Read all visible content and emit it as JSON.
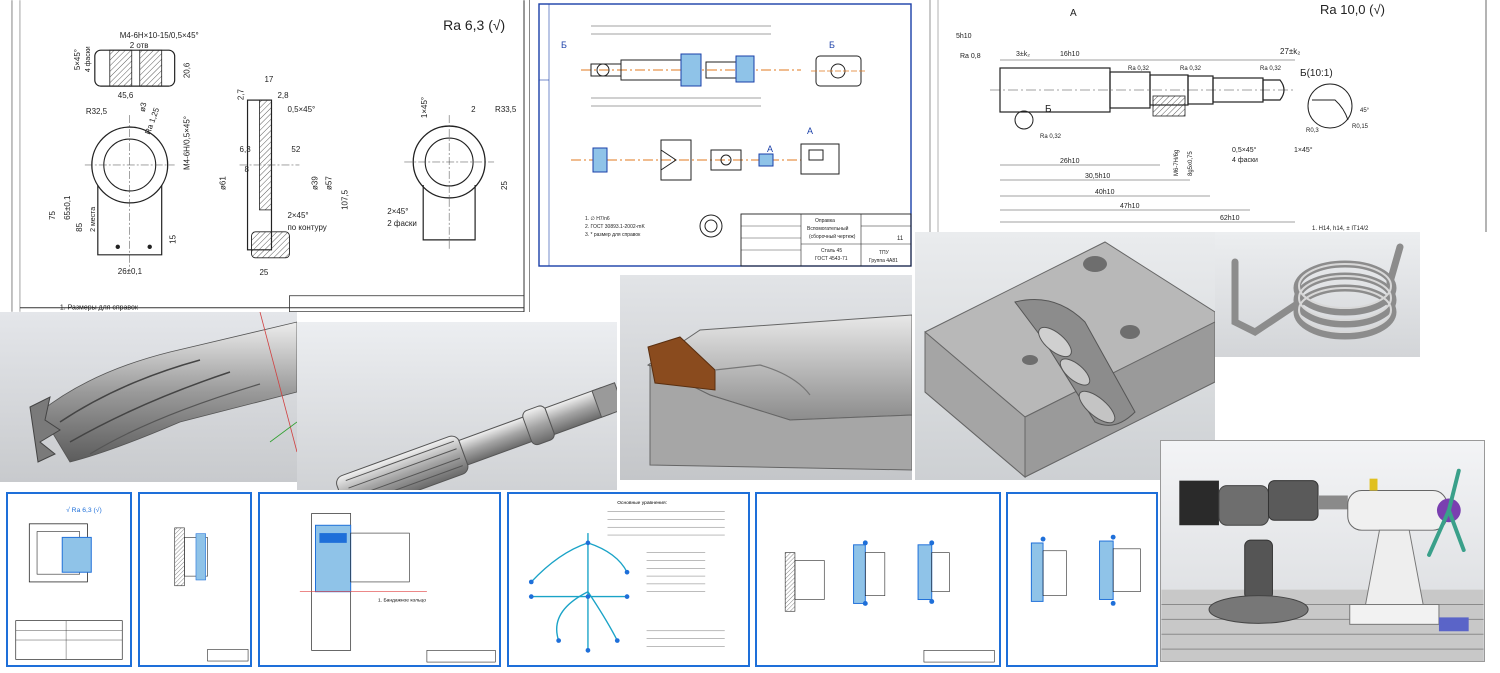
{
  "drawing_a": {
    "roughness": "Ra 6,3 (√)",
    "thread_note": "M4-6H×10-15/0,5×45°",
    "holes_note": "2 отв",
    "chamfer_left": "5×45°",
    "chamfer_left2": "4 фаски",
    "dim_width_top": "45,6",
    "dim_height_top": "20,6",
    "radius_left": "R32,5",
    "ra_125": "Ra 1,25",
    "diam_3": "ø3",
    "thread_side": "M4-6H/0,5×45°",
    "dim_75": "75",
    "dim_65": "65±0,1",
    "dim_85": "85",
    "two_holes": "2 места",
    "dim_15": "15",
    "dim_26": "26±0,1",
    "dim_27": "2,7",
    "dim_17": "17",
    "dim_28": "2,8",
    "dim_05": "0,5×45°",
    "dim_63": "6,3",
    "dim_52": "52",
    "dim_8": "8",
    "dim_d39": "ø39",
    "dim_d61": "ø61",
    "dim_d57": "ø57",
    "dim_1075": "107,5",
    "dim_25": "25",
    "dim_245": "2×45°",
    "contour": "по контуру",
    "right_145": "1×45°",
    "right_2": "2",
    "right_r335": "R33,5",
    "right_25": "25",
    "right_2facets": "2 фаски",
    "right_245": "2×45°",
    "footer_text": "1. Размеры для справок"
  },
  "drawing_b": {
    "label_b": "Б",
    "label_a": "А",
    "section_a": "А",
    "section_b": "Б",
    "notes": [
      "1. ∅ H7/n6",
      "2. ГОСТ 30893.1-2002-mK",
      "3. * размер для справок"
    ],
    "title_block": [
      "Оправка",
      "Вспомогательный",
      "(сборочный чертеж)",
      "Сталь 45",
      "ГОСТ 4543-71",
      "ТПУ",
      "Группа 4А81",
      "11"
    ]
  },
  "drawing_c": {
    "roughness": "Ra 10,0 (√)",
    "view_a": "А",
    "detail_b": "Б(10:1)",
    "label_b": "Б",
    "dim_27": "27±k₂",
    "dim_16": "16h10",
    "dim_5": "5h10",
    "dim_3": "3±k₂",
    "ra_08": "Ra 0,8",
    "ra_032": "Ra 0,32",
    "dim_26": "26h10",
    "dim_305": "30,5h10",
    "dim_40": "40h10",
    "dim_47": "47h10",
    "dim_62": "62h10",
    "dim_05": "0,5×45°",
    "four_facets": "4 фаски",
    "dim_145": "1×45°",
    "r03": "R0,3",
    "r015": "R0,15",
    "angle_45": "45°",
    "m6": "M6-7H/6g",
    "eight": "8g5x0,75",
    "footer": "1. H14, h14, ± IT14/2"
  },
  "renders": {
    "drill": "drill-bit-render",
    "reamer": "reamer-render",
    "cutter": "cutter-render",
    "die_block": "die-block-render",
    "spring": "torsion-spring-render",
    "machine": "machine-assembly-render"
  },
  "sheets": {
    "sheet1_roughness": "√ Ra 6,3 (√)",
    "sheet3_note": "1. Бандажное кольцо",
    "sheet4_header": "Основные уравнения:"
  },
  "colors": {
    "render_bg": "#d6d6d6",
    "metal": "#a8a8a8",
    "blue_border": "#1e6fd9",
    "cad_cyan": "#1aa3c7",
    "copper": "#8a4b1e",
    "cad_orange": "#e07a1f"
  }
}
